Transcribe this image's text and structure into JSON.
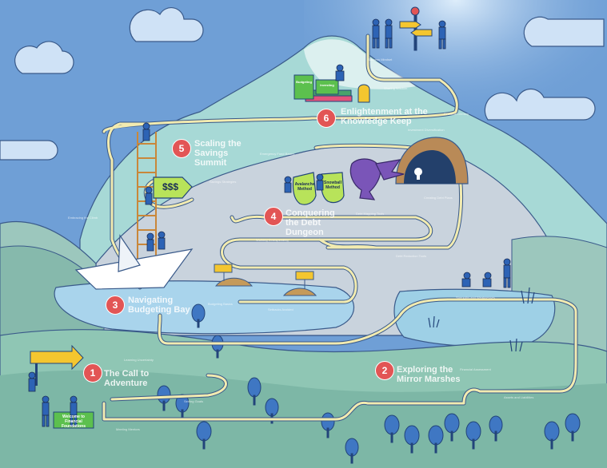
{
  "signs": {
    "welcome": "Welcome to Financial Foundations",
    "dollars": "$$$",
    "shield_left": "Avalanche Method",
    "shield_right": "Snowball Method",
    "book_left": "Budgeting",
    "book_right": "Investing"
  },
  "stages": [
    {
      "number": "1",
      "title": "The Call to Adventure"
    },
    {
      "number": "2",
      "title": "Exploring the Mirror Marshes"
    },
    {
      "number": "3",
      "title": "Navigating Budgeting Bay"
    },
    {
      "number": "4",
      "title": "Conquering the Debt Dungeon"
    },
    {
      "number": "5",
      "title": "Scaling the Savings Summit"
    },
    {
      "number": "6",
      "title": "Enlightenment at the Knowledge Keep"
    }
  ],
  "notes": {
    "n1": "Learning Uncertainty",
    "n2": "Setting Goals",
    "n3": "Meeting Mentors",
    "n4": "Financial Assessment",
    "n5": "Assets and Liabilities",
    "n6": "Strengths and Weaknesses",
    "n7": "Budgeting Basics",
    "n8": "Setbacks Avoided",
    "n9": "Debt Reduction Tools",
    "n10": "Working Overspending",
    "n11": "Creating Debt Plans",
    "n12": "Debt Mapping Tools",
    "n13": "Embracing the Climb",
    "n14": "Savings Strategies",
    "n15": "Emergency Fund Basics",
    "n16": "Investment Diversification",
    "n17": "Financial Literacy",
    "n18": "Sharing Wisdom",
    "n19": "Success Mindset"
  },
  "colors": {
    "sky": "#6f9fd6",
    "mountain_far": "#a7d9d6",
    "mountain_mid": "#c9d3dd",
    "meadow": "#8fc6b4",
    "water": "#a9d4ec",
    "path": "#f2ebb0",
    "badge": "#e25555",
    "tree": "#3f77c3",
    "arrow_sign": "#f4c62f",
    "dollar_sign": "#b8e35a",
    "dragon": "#7a55b8"
  }
}
